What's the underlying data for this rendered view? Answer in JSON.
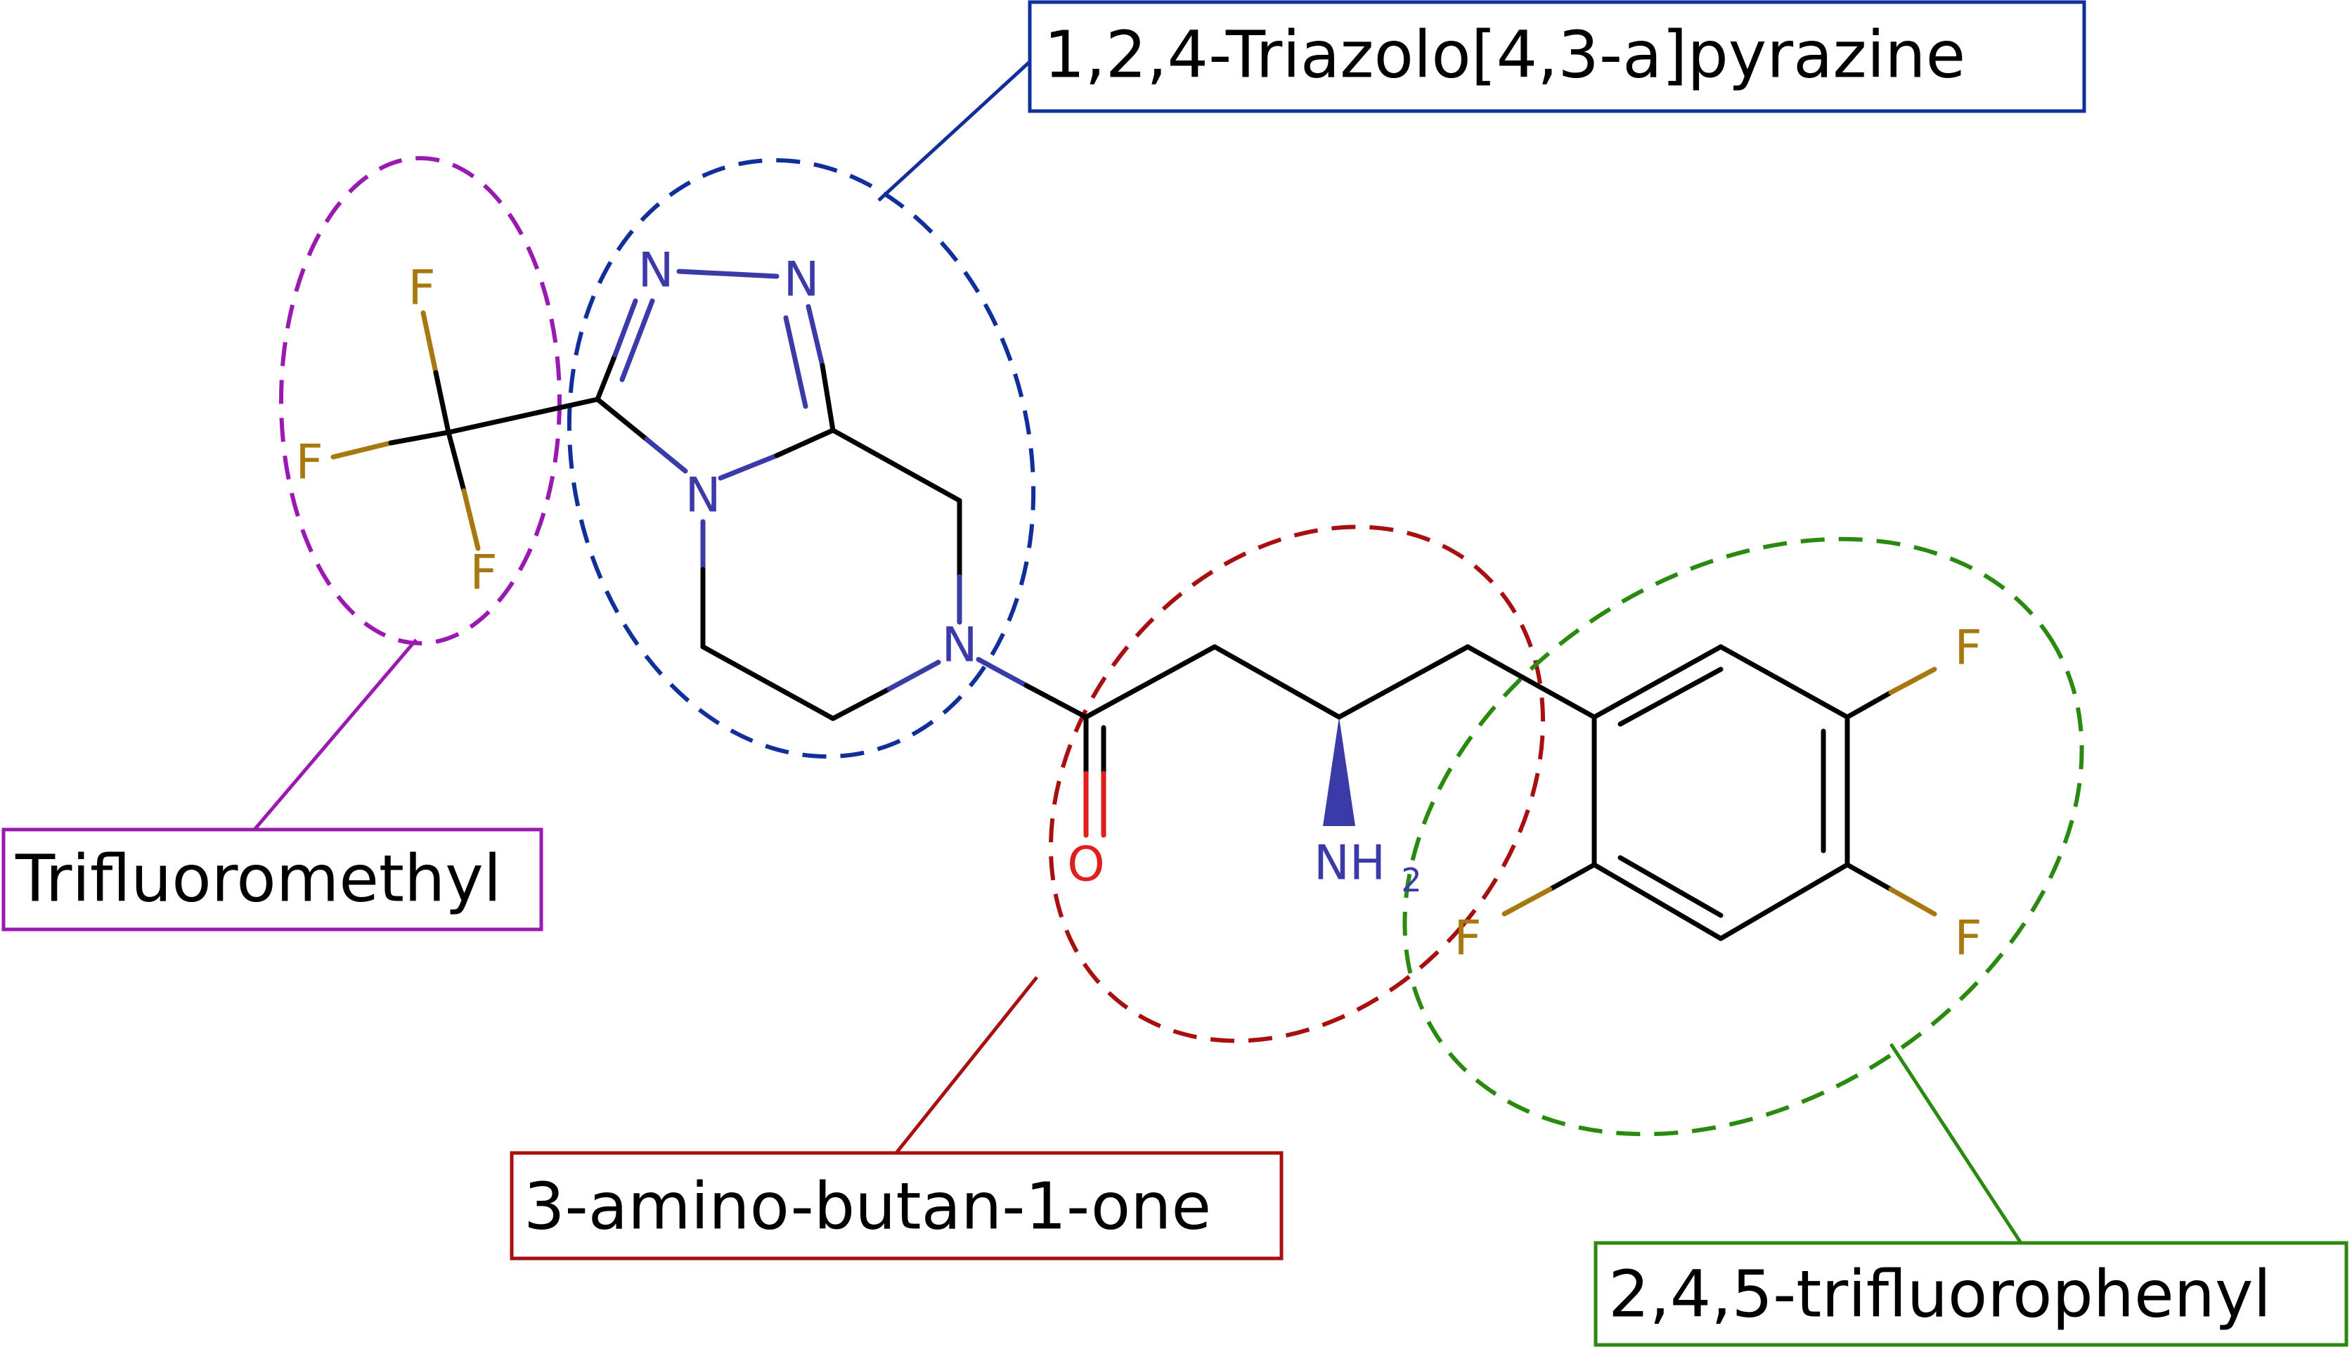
{
  "colors": {
    "bond": "#000000",
    "nitrogen": "#3a3aa8",
    "oxygen": "#e01e1e",
    "fluorine": "#a87810",
    "trifluoromethyl": "#9a19b0",
    "triazolopyrazine": "#102f9a",
    "aminobutanone": "#a81010",
    "trifluorophenyl": "#2a8a10"
  },
  "atoms": {
    "n_triazole_1": "N",
    "n_triazole_2": "N",
    "n_triazole_4": "N",
    "n_piperazine": "N",
    "f_cf3_top": "F",
    "f_cf3_left": "F",
    "f_cf3_bottom": "F",
    "o_carbonyl": "O",
    "nh2_main": "NH",
    "nh2_sub": "2",
    "f_ring_top": "F",
    "f_ring_right": "F",
    "f_ring_left": "F"
  },
  "labels": {
    "triazolopyrazine": "1,2,4-Triazolo[4,3-a]pyrazine",
    "trifluoromethyl": "Trifluoromethyl",
    "aminobutanone": "3-amino-butan-1-one",
    "trifluorophenyl": "2,4,5-trifluorophenyl"
  }
}
